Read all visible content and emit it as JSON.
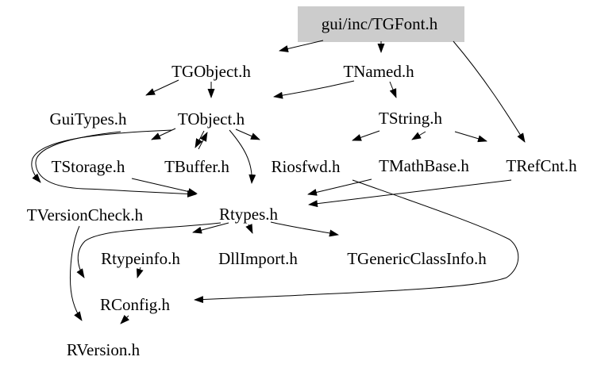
{
  "graph": {
    "title": "include dependency graph for gui/inc/TGFont.h",
    "background_color": "#ffffff",
    "edge_color": "#000000",
    "text_color": "#000000",
    "highlight_fill": "#cccccc",
    "nodes": {
      "tgfont": {
        "label": "gui/inc/TGFont.h",
        "highlighted": true
      },
      "tgobject": {
        "label": "TGObject.h"
      },
      "tnamed": {
        "label": "TNamed.h"
      },
      "guitypes": {
        "label": "GuiTypes.h"
      },
      "tobject": {
        "label": "TObject.h"
      },
      "tstring": {
        "label": "TString.h"
      },
      "tstorage": {
        "label": "TStorage.h"
      },
      "tbuffer": {
        "label": "TBuffer.h"
      },
      "riosfwd": {
        "label": "Riosfwd.h"
      },
      "tmathbase": {
        "label": "TMathBase.h"
      },
      "trefcnt": {
        "label": "TRefCnt.h"
      },
      "tversioncheck": {
        "label": "TVersionCheck.h"
      },
      "rtypes": {
        "label": "Rtypes.h"
      },
      "rtypeinfo": {
        "label": "Rtypeinfo.h"
      },
      "dllimport": {
        "label": "DllImport.h"
      },
      "tgenericclassinfo": {
        "label": "TGenericClassInfo.h"
      },
      "rconfig": {
        "label": "RConfig.h"
      },
      "rversion": {
        "label": "RVersion.h"
      }
    },
    "edges": [
      {
        "from": "gui/inc/TGFont.h",
        "to": "TGObject.h"
      },
      {
        "from": "gui/inc/TGFont.h",
        "to": "TNamed.h"
      },
      {
        "from": "gui/inc/TGFont.h",
        "to": "TRefCnt.h"
      },
      {
        "from": "TGObject.h",
        "to": "GuiTypes.h"
      },
      {
        "from": "TGObject.h",
        "to": "TObject.h"
      },
      {
        "from": "TNamed.h",
        "to": "TObject.h"
      },
      {
        "from": "TNamed.h",
        "to": "TString.h"
      },
      {
        "from": "TObject.h",
        "to": "TStorage.h"
      },
      {
        "from": "TObject.h",
        "to": "TBuffer.h"
      },
      {
        "from": "TBuffer.h",
        "to": "TObject.h"
      },
      {
        "from": "TObject.h",
        "to": "Riosfwd.h"
      },
      {
        "from": "TObject.h",
        "to": "Rtypes.h"
      },
      {
        "from": "TObject.h",
        "to": "TVersionCheck.h"
      },
      {
        "from": "GuiTypes.h",
        "to": "Rtypes.h"
      },
      {
        "from": "TStorage.h",
        "to": "Rtypes.h"
      },
      {
        "from": "TString.h",
        "to": "Riosfwd.h"
      },
      {
        "from": "TString.h",
        "to": "TMathBase.h"
      },
      {
        "from": "TString.h",
        "to": "TRefCnt.h"
      },
      {
        "from": "TMathBase.h",
        "to": "Rtypes.h"
      },
      {
        "from": "TRefCnt.h",
        "to": "Rtypes.h"
      },
      {
        "from": "Riosfwd.h",
        "to": "RConfig.h"
      },
      {
        "from": "Rtypes.h",
        "to": "Rtypeinfo.h"
      },
      {
        "from": "Rtypes.h",
        "to": "DllImport.h"
      },
      {
        "from": "Rtypes.h",
        "to": "TGenericClassInfo.h"
      },
      {
        "from": "Rtypes.h",
        "to": "RConfig.h"
      },
      {
        "from": "Rtypeinfo.h",
        "to": "RConfig.h"
      },
      {
        "from": "RConfig.h",
        "to": "RVersion.h"
      },
      {
        "from": "TVersionCheck.h",
        "to": "RVersion.h"
      }
    ]
  }
}
